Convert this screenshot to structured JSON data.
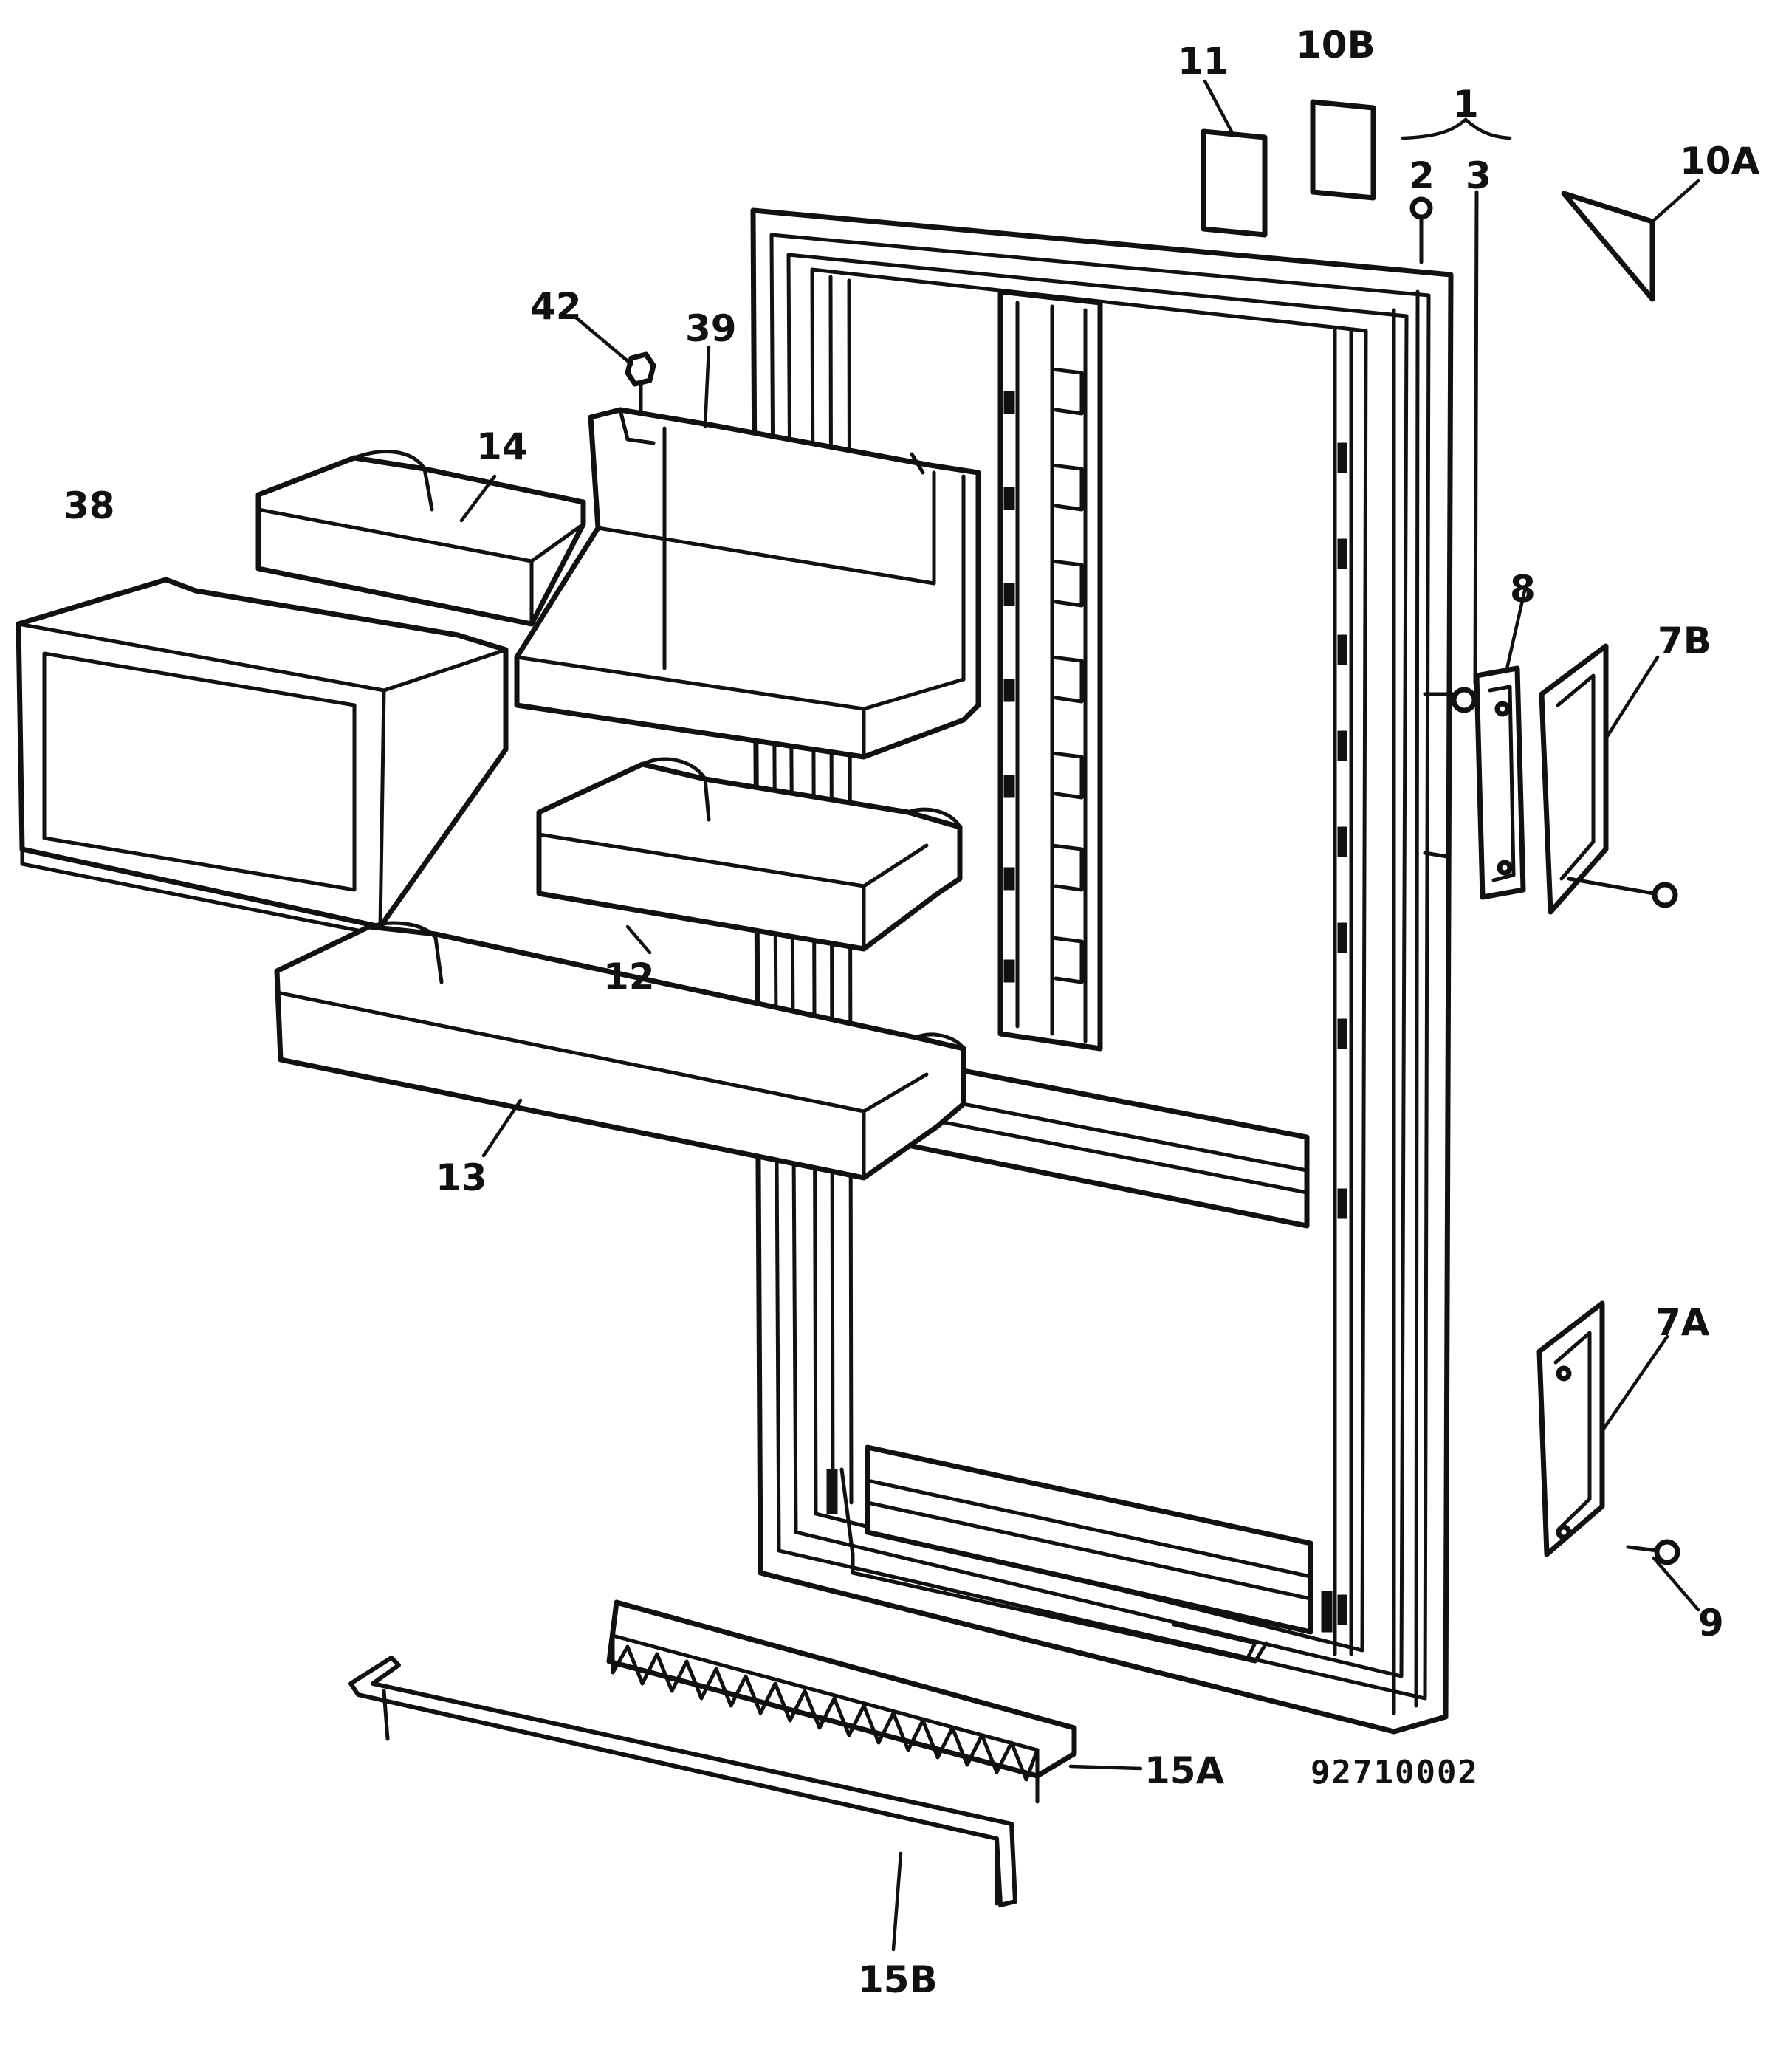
{
  "labels": {
    "p1": "1",
    "p2": "2",
    "p3": "3",
    "p7a": "7A",
    "p7b": "7B",
    "p8": "8",
    "p9": "9",
    "p10a": "10A",
    "p10b": "10B",
    "p11": "11",
    "p12": "12",
    "p13": "13",
    "p14": "14",
    "p15a": "15A",
    "p15b": "15B",
    "p38": "38",
    "p39": "39",
    "p42": "42"
  },
  "drawing_number": "92710002"
}
